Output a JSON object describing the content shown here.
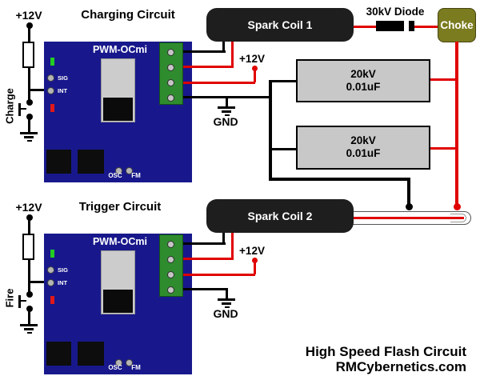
{
  "branding": {
    "line1": "High Speed Flash Circuit",
    "line2": "RMCybernetics.com"
  },
  "modules": [
    {
      "title": "Charging Circuit",
      "supply": "+12V",
      "switch": "Charge",
      "board": "PWM-OCmi",
      "sig": "SIG",
      "int": "INT",
      "osc": "OSC",
      "fm": "FM",
      "aux_supply": "+12V",
      "gnd": "GND"
    },
    {
      "title": "Trigger Circuit",
      "supply": "+12V",
      "switch": "Fire",
      "board": "PWM-OCmi",
      "sig": "SIG",
      "int": "INT",
      "osc": "OSC",
      "fm": "FM",
      "aux_supply": "+12V",
      "gnd": "GND"
    }
  ],
  "components": {
    "spark_coil_1": "Spark Coil 1",
    "spark_coil_2": "Spark Coil 2",
    "diode_label": "30kV Diode",
    "choke_label": "Choke",
    "cap1": {
      "line1": "20kV",
      "line2": "0.01uF"
    },
    "cap2": {
      "line1": "20kV",
      "line2": "0.01uF"
    }
  },
  "colors": {
    "board_blue": "#18188c",
    "terminal_green": "#2e8b2e",
    "wire_red": "#e00000",
    "wire_black": "#000000",
    "choke_olive": "#7b7b20",
    "capacitor_gray": "#c8c8c8",
    "led_green": "#22cc22",
    "led_red": "#e01818",
    "spark_coil_black": "#1e1e1e"
  }
}
